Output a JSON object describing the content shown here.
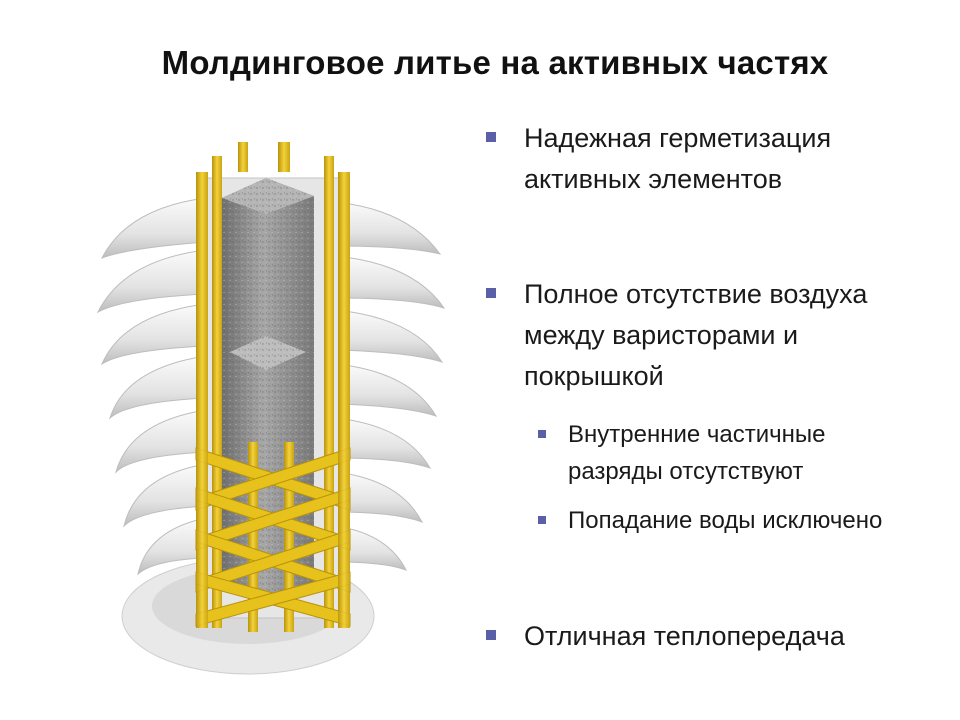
{
  "slide": {
    "title": "Молдинговое литье на активных частях"
  },
  "bullets": [
    {
      "text": "Надежная герметизация\nактивных элементов"
    },
    {
      "text": "Полное отсутствие воздуха\nмежду варисторами и\nпокрышкой"
    },
    {
      "text": "Отличная теплопередача"
    }
  ],
  "sub_bullets": [
    {
      "text": "Внутренние частичные\nразряды отсутствуют"
    },
    {
      "text": "Попадание воды исключено"
    }
  ],
  "figure": {
    "colors": {
      "fiber": "#e8c21c",
      "fiber_dark": "#b8930a",
      "housing": "#f2f2f2",
      "housing_shadow": "#c9c9c9",
      "core": "#8d8d8d"
    }
  }
}
